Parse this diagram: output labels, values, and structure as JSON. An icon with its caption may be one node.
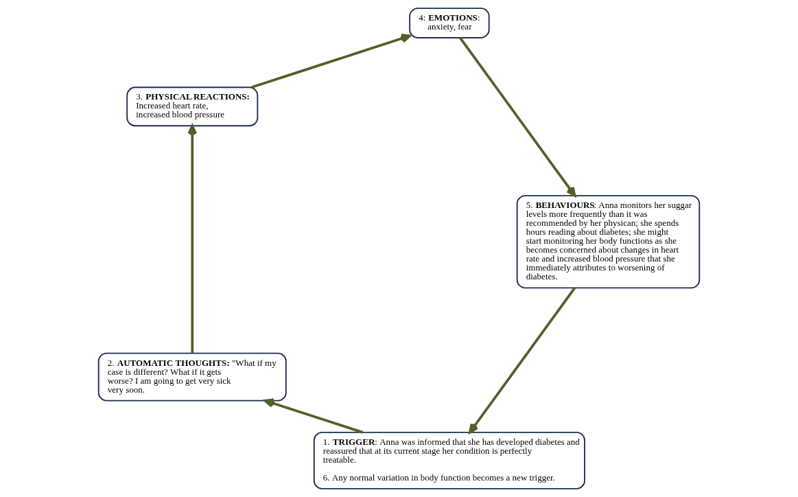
{
  "diagram": {
    "nodes": [
      {
        "text": [
          "1. **TRIGGER**: Anna was informed that she has developed diabetes and reassured that at its current stage her condition is perfectly treatable.",
          "6. Any normal variation in body function becomes a new trigger."
        ]
      },
      {
        "text": [
          "2. **AUTOMATIC THOUGHTS:** \"What if my case is different? What if it gets worse? I am going to get very sick very soon."
        ]
      },
      {
        "text": [
          "3. **PHYSICAL REACTIONS:** Increased heart rate, increased blood pressure"
        ]
      },
      {
        "text": [
          "4: **EMOTIONS**: anxiety, fear"
        ]
      },
      {
        "text": [
          "5. **BEHAVIOURS**: Anna monitors her suggar levels more frequently than it was recommended by her physican; she spends hours reading about diabetes; she might start monitoring her body functions as she becomes concerned about changes in heart rate and increased blood pressure that she immediately attributes to worsening of diabetes."
        ]
      }
    ],
    "edges": [
      {
        "from": 0,
        "to": 1,
        "arrow": "to"
      },
      {
        "from": 1,
        "to": 2,
        "arrow": "to"
      },
      {
        "from": 2,
        "to": 3,
        "arrow": "to"
      },
      {
        "from": 3,
        "to": 4,
        "arrow": "to"
      },
      {
        "from": 4,
        "to": 0,
        "arrow": "to"
      }
    ]
  }
}
